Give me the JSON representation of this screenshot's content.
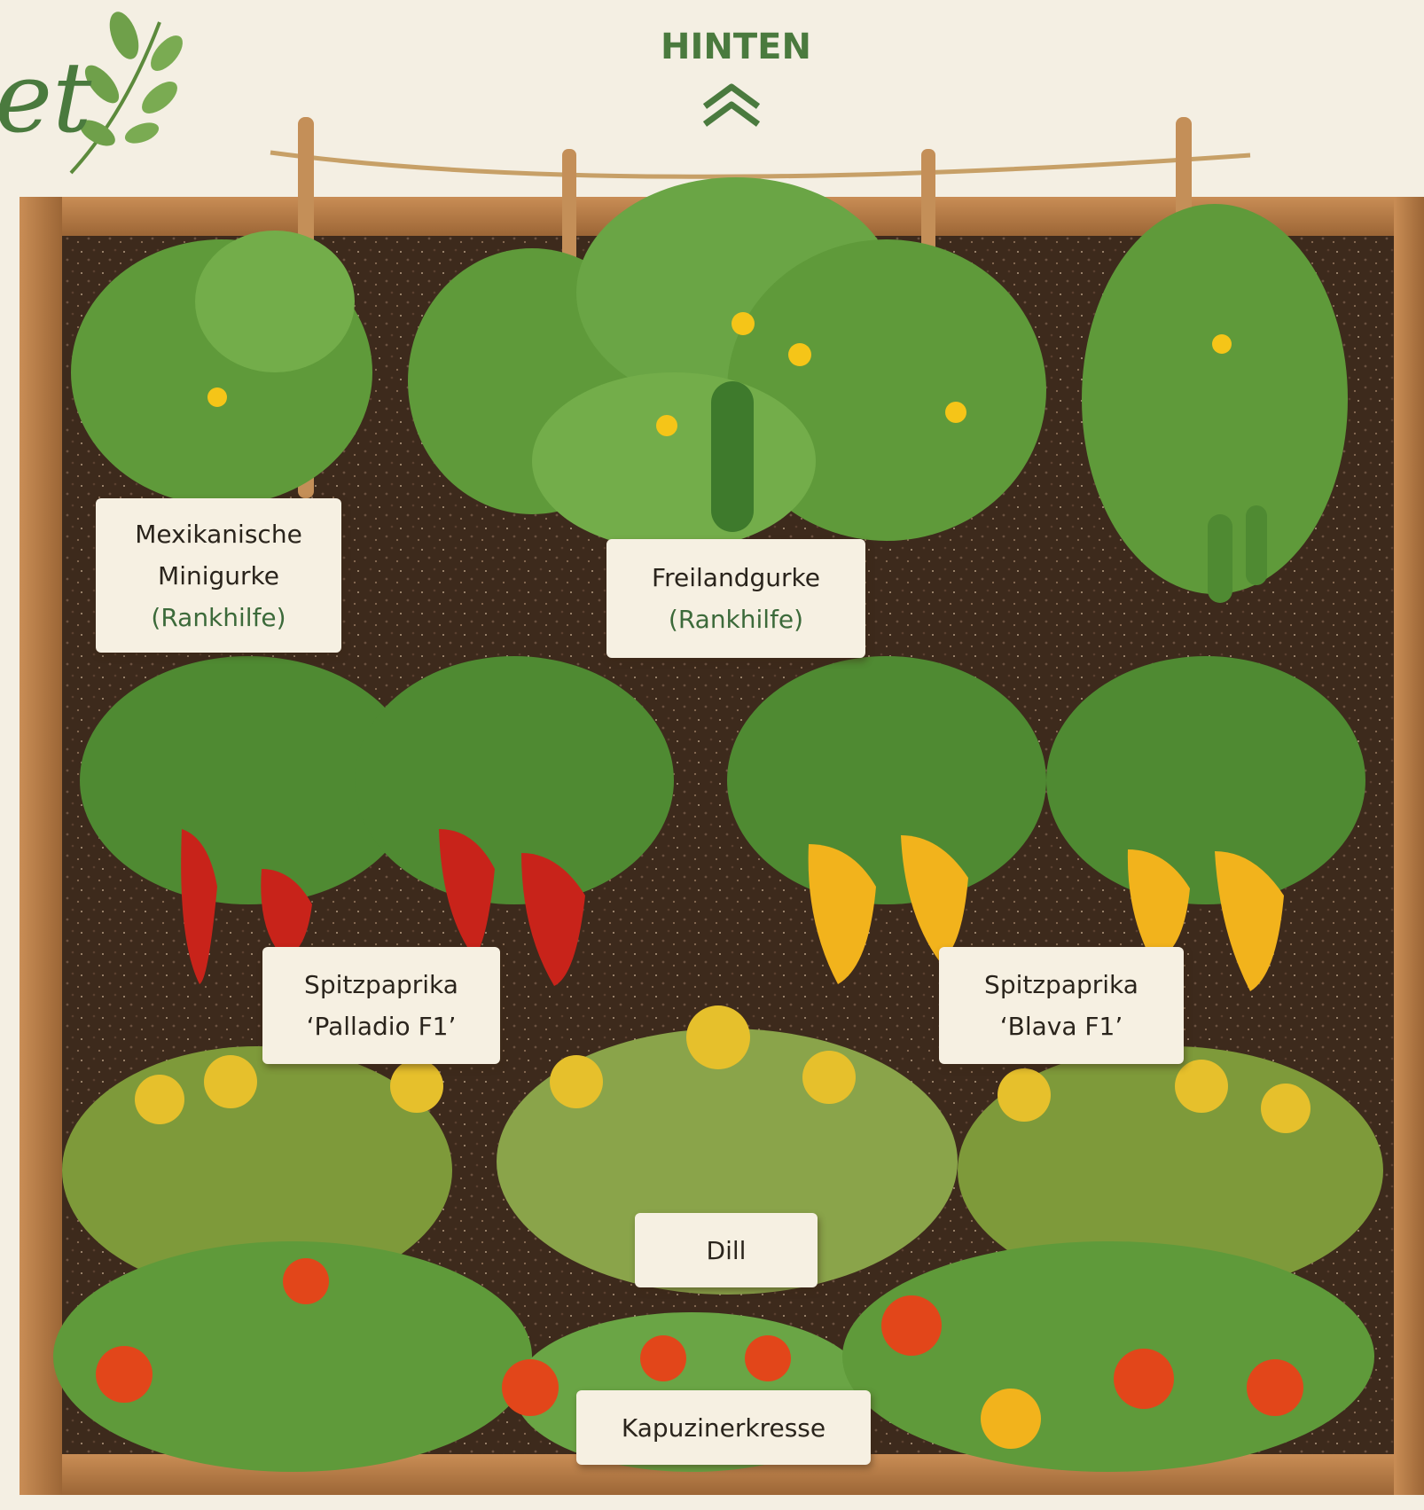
{
  "title_fragment": "et",
  "direction_label": "HINTEN",
  "direction_icon": "double-chevron-up-icon",
  "plants": {
    "mexikanische_minigurke": {
      "name_line1": "Mexikanische",
      "name_line2": "Minigurke",
      "note": "(Rankhilfe)"
    },
    "freilandgurke": {
      "name": "Freilandgurke",
      "note": "(Rankhilfe)"
    },
    "spitzpaprika_palladio": {
      "name": "Spitzpaprika",
      "variety": "‘Palladio F1’"
    },
    "spitzpaprika_blava": {
      "name": "Spitzpaprika",
      "variety": "‘Blava F1’"
    },
    "dill": {
      "name": "Dill"
    },
    "kapuzinerkresse": {
      "name": "Kapuzinerkresse"
    }
  },
  "colors": {
    "background": "#f4efe3",
    "frame_wood": "#b37a45",
    "soil": "#3d2a1c",
    "leaf": "#5f9a3a",
    "label_bg": "#f6f0e2",
    "note_green": "#3c6a3a",
    "pepper_red": "#c8231a",
    "pepper_yellow": "#f2b31c",
    "flower_orange": "#e2461a"
  }
}
